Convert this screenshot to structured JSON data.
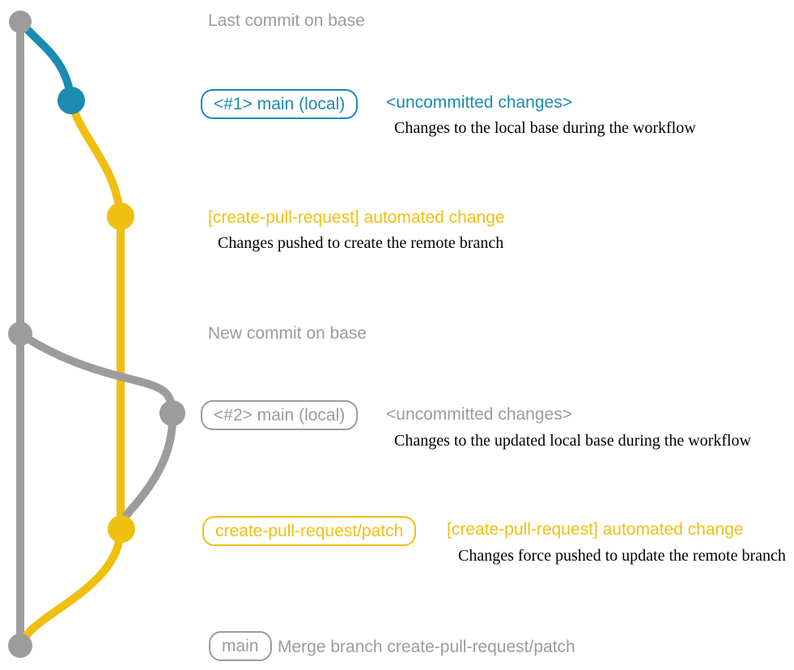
{
  "colors": {
    "base_gray": "#9c9c9c",
    "local_blue": "#1b8bb0",
    "branch_yellow": "#f0c011",
    "note_black": "#000000"
  },
  "rows": {
    "last_commit": {
      "label": "Last commit on base"
    },
    "local_change_1": {
      "branch_tag": "<#1> main (local)",
      "message": "<uncommitted changes>",
      "note": "Changes to the local base during the workflow"
    },
    "automated_change_1": {
      "message": "[create-pull-request] automated change",
      "note": "Changes pushed to create the remote branch"
    },
    "new_commit": {
      "label": "New commit on base"
    },
    "local_change_2": {
      "branch_tag": "<#2> main (local)",
      "message": "<uncommitted changes>",
      "note": "Changes to the updated local base during the workflow"
    },
    "automated_change_2": {
      "branch_tag": "create-pull-request/patch",
      "message": "[create-pull-request] automated change",
      "note": "Changes force pushed to update the remote branch"
    },
    "merge_commit": {
      "branch_tag": "main",
      "message": "Merge branch create-pull-request/patch"
    }
  }
}
